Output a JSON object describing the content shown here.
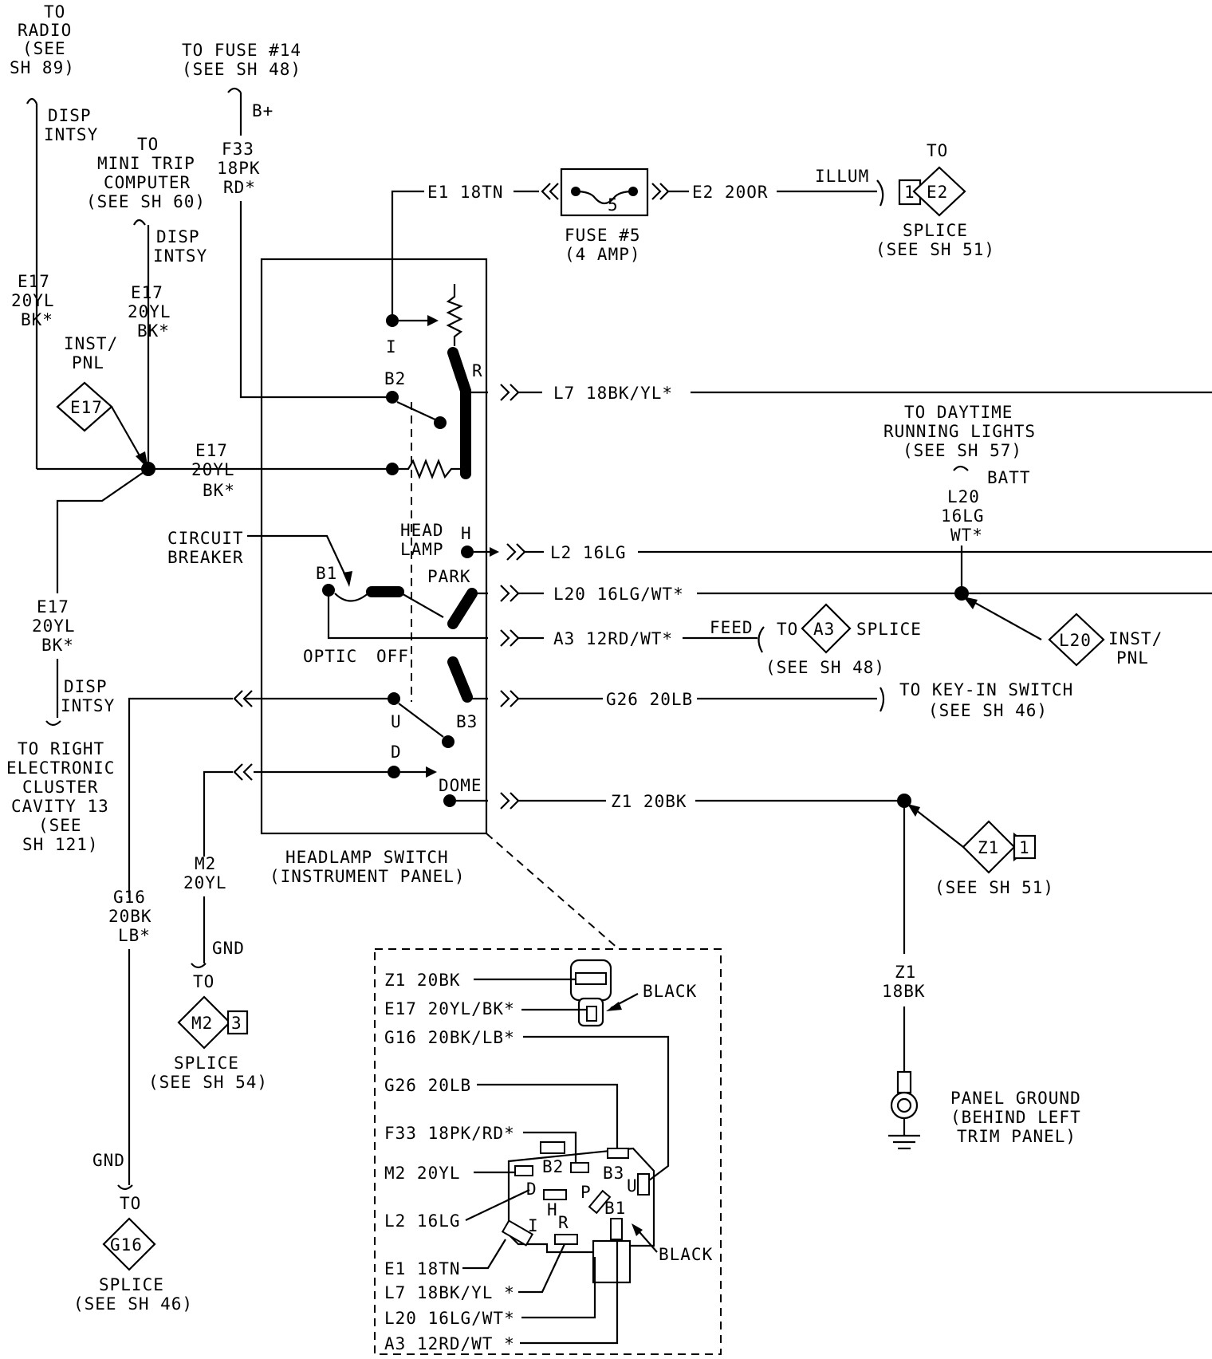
{
  "labels": {
    "to_radio": [
      "TO",
      "RADIO",
      "(SEE",
      "SH 89)"
    ],
    "to_fuse14": [
      "TO FUSE #14",
      "(SEE SH 48)"
    ],
    "bplus": "B+",
    "f33": [
      "F33",
      "18PK",
      "RD*"
    ],
    "disp_intsy": [
      "DISP",
      "INTSY"
    ],
    "to_mini_trip": [
      "TO",
      "MINI TRIP",
      "COMPUTER",
      "(SEE SH 60)"
    ],
    "e17_wire": [
      "E17",
      "20YL",
      "BK*"
    ],
    "inst_pnl": [
      "INST/",
      "PNL"
    ],
    "e1_wire": "E1 18TN",
    "e2_wire": "E2 20OR",
    "fuse5_label": [
      "FUSE #5",
      "(4 AMP)"
    ],
    "fuse5_num": "5",
    "illum": "ILLUM",
    "splice_e2_to": "TO",
    "splice": "SPLICE",
    "see_sh51": "(SEE SH 51)",
    "i_term": "I",
    "r_term": "R",
    "b2_term": "B2",
    "l7_wire": "L7 18BK/YL*",
    "daytime": [
      "TO DAYTIME",
      "RUNNING LIGHTS",
      "(SEE SH 57)"
    ],
    "batt": "BATT",
    "l20_vert": [
      "L20",
      "16LG",
      "WT*"
    ],
    "circuit_breaker": [
      "CIRCUIT",
      "BREAKER"
    ],
    "head_lamp": [
      "HEAD",
      "LAMP"
    ],
    "h_term": "H",
    "l2_wire": "L2 16LG",
    "b1_term": "B1",
    "park": "PARK",
    "l20_wire": "L20 16LG/WT*",
    "a3_wire": "A3 12RD/WT*",
    "feed": "FEED",
    "to": "TO",
    "see_sh48": "(SEE SH 48)",
    "optic": "OPTIC",
    "off": "OFF",
    "g26_wire": "G26 20LB",
    "to_keyin": [
      "TO KEY-IN SWITCH",
      "(SEE SH 46)"
    ],
    "u_term": "U",
    "b3_term": "B3",
    "to_right_cluster": [
      "TO RIGHT",
      "ELECTRONIC",
      "CLUSTER",
      "CAVITY 13",
      "(SEE",
      "SH 121)"
    ],
    "d_term": "D",
    "dome": "DOME",
    "z1_wire": "Z1 20BK",
    "headlamp_switch": [
      "HEADLAMP SWITCH",
      "(INSTRUMENT PANEL)"
    ],
    "g16_wire": [
      "G16",
      "20BK",
      "LB*"
    ],
    "m2_wire": [
      "M2",
      "20YL"
    ],
    "gnd": "GND",
    "splice_see_sh54": "(SEE SH 54)",
    "splice_see_sh46": "(SEE SH 46)",
    "z1_vert": [
      "Z1",
      "18BK"
    ],
    "panel_ground": [
      "PANEL GROUND",
      "(BEHIND LEFT",
      "TRIM PANEL)"
    ],
    "black": "BLACK",
    "conn_wires": [
      "Z1 20BK",
      "E17 20YL/BK*",
      "G16 20BK/LB*",
      "G26 20LB",
      "F33 18PK/RD*",
      "M2 20YL",
      "L2 16LG",
      "E1 18TN",
      "L7 18BK/YL *",
      "L20 16LG/WT*",
      "A3 12RD/WT *"
    ],
    "conn_pins": {
      "B2": "B2",
      "B3": "B3",
      "D": "D",
      "H": "H",
      "P": "P",
      "U": "U",
      "B1": "B1",
      "I": "I",
      "R": "R"
    }
  },
  "splices": {
    "e2": {
      "id": "E2",
      "pin": "1"
    },
    "e17": {
      "id": "E17"
    },
    "a3": {
      "id": "A3"
    },
    "l20": {
      "id": "L20"
    },
    "z1": {
      "id": "Z1",
      "pin": "1"
    },
    "m2": {
      "id": "M2",
      "pin": "3"
    },
    "g16": {
      "id": "G16"
    }
  }
}
